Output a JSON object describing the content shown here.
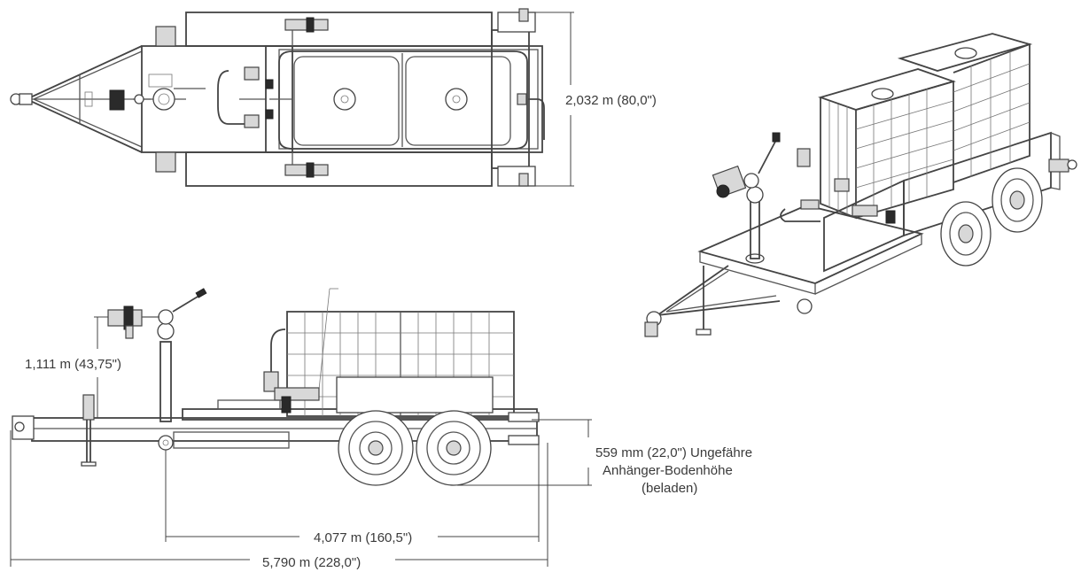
{
  "dimensions": {
    "top_width": "2,032 m (80,0\")",
    "nozzle_height": "1,111 m (43,75\")",
    "floor_height_line1": "559 mm (22,0\") Ungefähre",
    "floor_height_line2": "Anhänger-Bodenhöhe",
    "floor_height_line3": "(beladen)",
    "axle_to_rear": "4,077 m (160,5\")",
    "overall_length": "5,790 m (228,0\")"
  },
  "colors": {
    "line": "#444444",
    "text": "#3a3a3a",
    "background": "#ffffff"
  }
}
